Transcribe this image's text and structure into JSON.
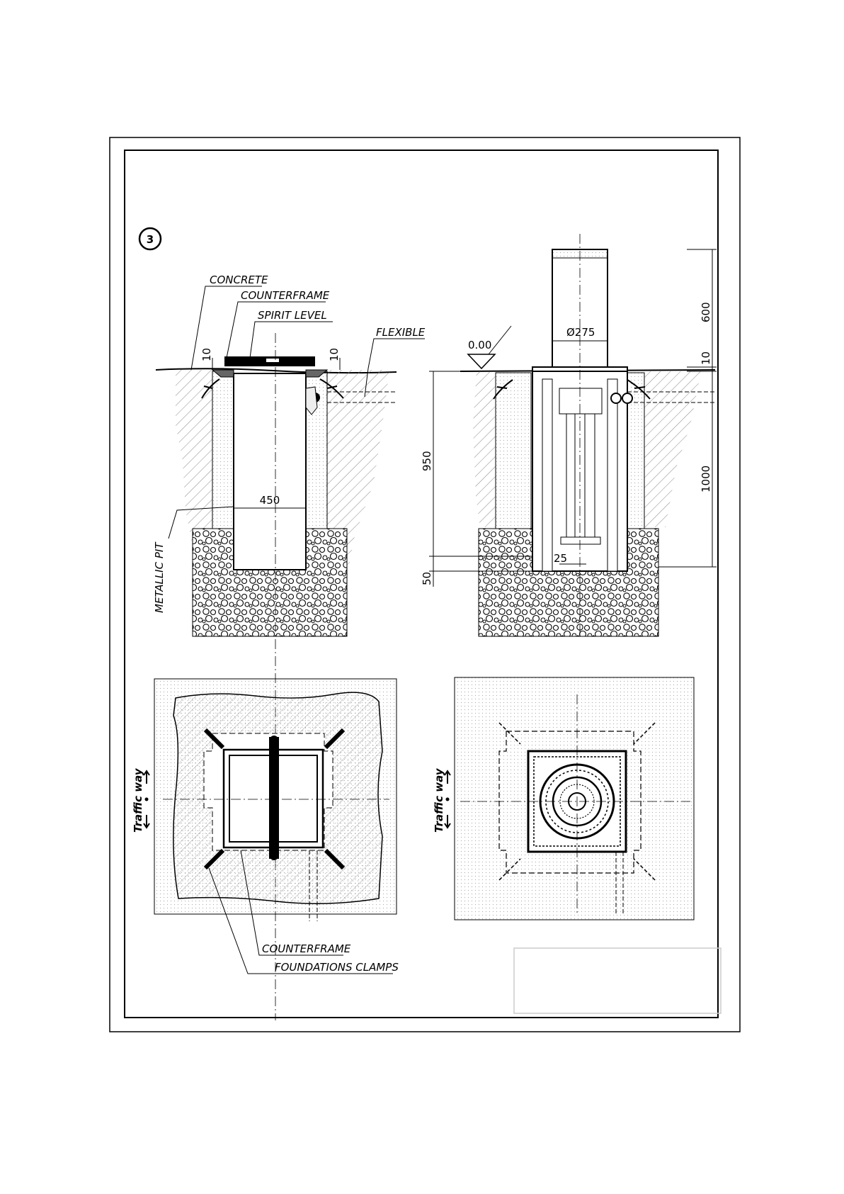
{
  "sheet": {
    "step_number": "3"
  },
  "labels": {
    "concrete": "CONCRETE",
    "counterframe_top": "COUNTERFRAME",
    "spirit_level": "SPIRIT LEVEL",
    "flexible": "FLEXIBLE",
    "metallic_pit": "METALLIC PIT",
    "counterframe_bottom": "COUNTERFRAME",
    "foundations_clamps": "FOUNDATIONS CLAMPS",
    "traffic_way_left": "Traffic way",
    "traffic_way_right": "Traffic way",
    "level_mark": "0.00"
  },
  "dimensions": {
    "left_top_10_a": "10",
    "left_top_10_b": "10",
    "pit_width": "450",
    "depth_950": "950",
    "depth_50": "50",
    "diameter": "Ø275",
    "height_600": "600",
    "height_10": "10",
    "height_1000": "1000",
    "offset_25": "25"
  }
}
